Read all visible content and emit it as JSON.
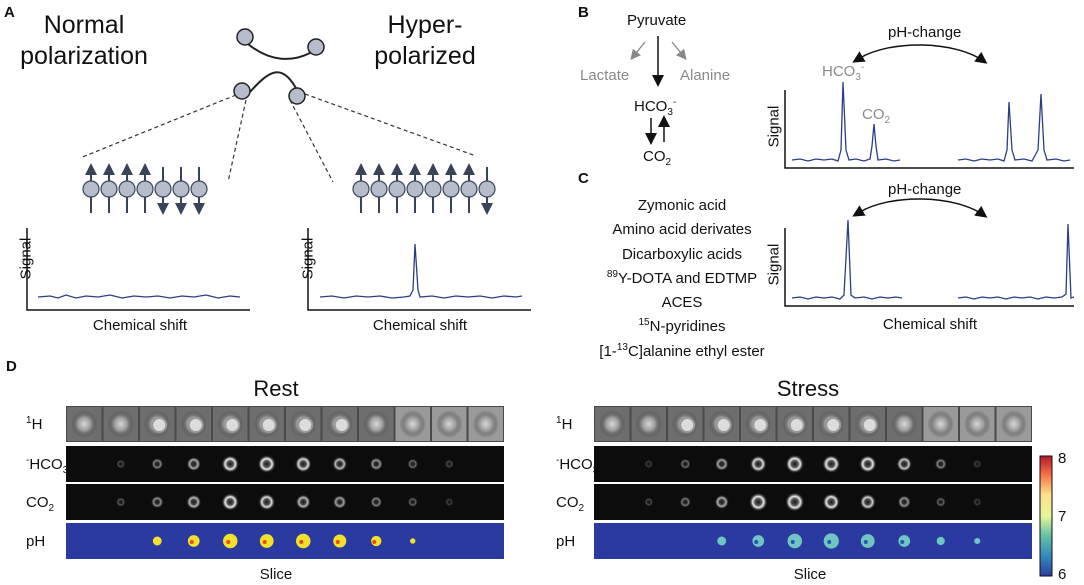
{
  "panels": {
    "a": "A",
    "b": "B",
    "c": "C",
    "d": "D"
  },
  "panel_a": {
    "normal_title": "Normal polarization",
    "hyper_title": "Hyper-polarized",
    "ylabel": "Signal",
    "xlabel": "Chemical shift",
    "normal_arrows": [
      "up",
      "up",
      "up",
      "up",
      "down",
      "down",
      "down"
    ],
    "hyper_arrows": [
      "up",
      "up",
      "up",
      "up",
      "up",
      "up",
      "up",
      "down"
    ]
  },
  "panel_b": {
    "pyruvate": "Pyruvate",
    "lactate": "Lactate",
    "alanine": "Alanine",
    "hco3": "HCO",
    "hco3_sub": "3",
    "hco3_sup": "-",
    "co2": "CO",
    "co2_sub": "2",
    "ph_change": "pH-change",
    "ylabel": "Signal",
    "peak_label_hco3": "HCO",
    "peak_label_co2": "CO"
  },
  "panel_c": {
    "compounds": [
      {
        "pre": "",
        "sup": "",
        "text": "Zymonic acid"
      },
      {
        "pre": "",
        "sup": "",
        "text": "Amino acid derivates"
      },
      {
        "pre": "",
        "sup": "",
        "text": "Dicarboxylic acids"
      },
      {
        "pre": "",
        "sup": "89",
        "text": "Y-DOTA and EDTMP"
      },
      {
        "pre": "",
        "sup": "",
        "text": "ACES"
      },
      {
        "pre": "",
        "sup": "15",
        "text": "N-pyridines"
      },
      {
        "pre": "[1-",
        "sup": "13",
        "text": "C]alanine ethyl ester"
      }
    ],
    "ph_change": "pH-change",
    "ylabel": "Signal",
    "xlabel": "Chemical shift"
  },
  "panel_d": {
    "rest_title": "Rest",
    "stress_title": "Stress",
    "rows": [
      {
        "label": "H",
        "sup": "1",
        "sub": ""
      },
      {
        "label": "HCO",
        "sup": "-",
        "sub": "3"
      },
      {
        "label": "CO",
        "sup": "",
        "sub": "2"
      },
      {
        "label": "pH",
        "sup": "",
        "sub": ""
      }
    ],
    "xlabel": "Slice",
    "colorbar_ticks": [
      "8",
      "7",
      "6"
    ],
    "colorbar_colors": [
      "#b2182b",
      "#f46d43",
      "#fdae61",
      "#fee08b",
      "#e6f598",
      "#66c2a5",
      "#3288bd",
      "#2c3e9e"
    ],
    "ph_background": "#2b3aa0",
    "slices": 12
  }
}
